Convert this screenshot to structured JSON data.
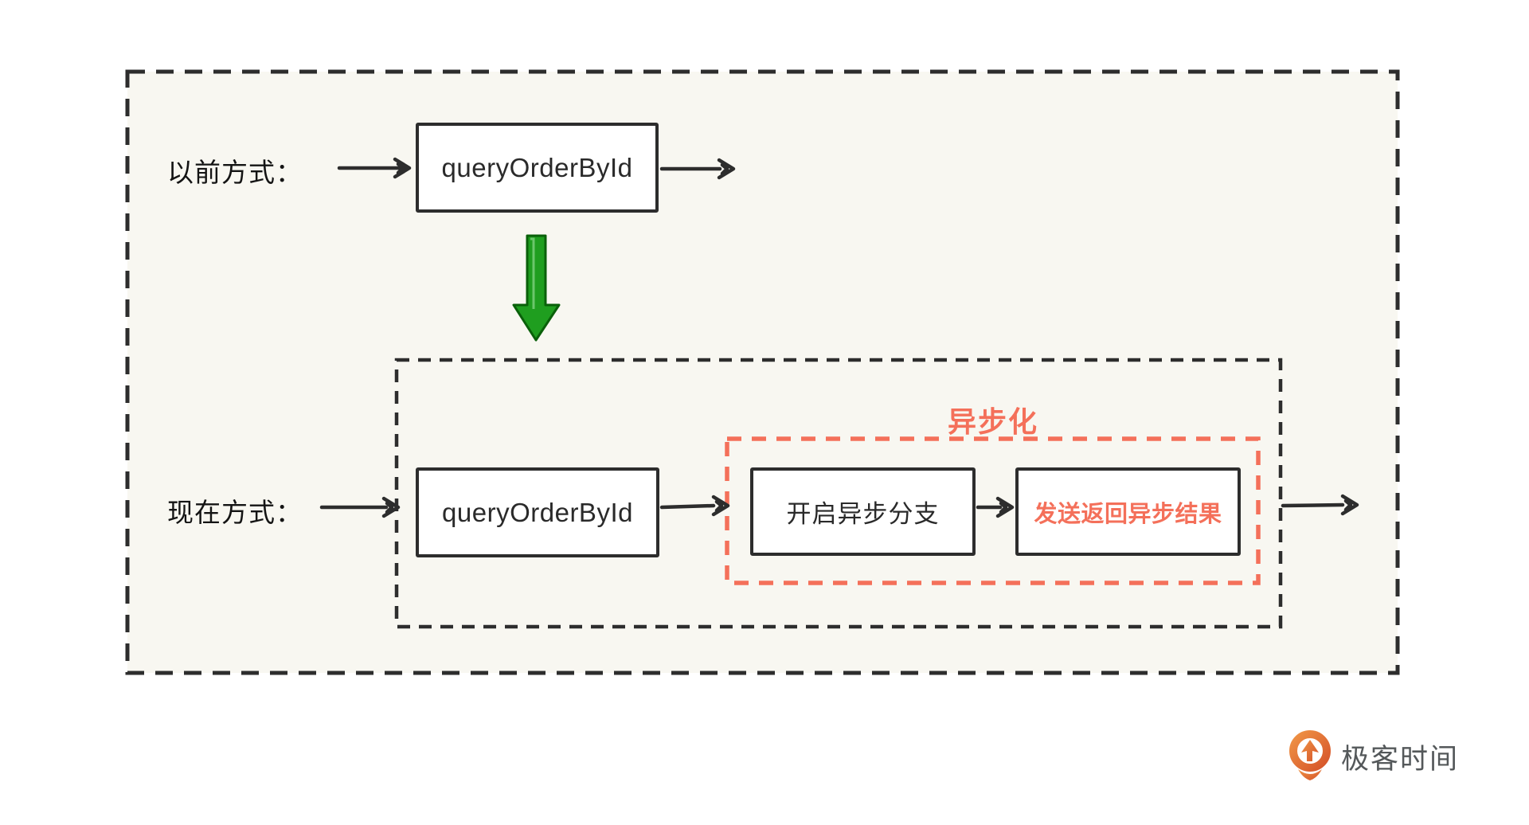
{
  "colors": {
    "ink": "#2d2d2d",
    "accent_orange": "#f4705a",
    "arrow_green_fill": "#1f9e1f",
    "arrow_green_stroke": "#0a600a",
    "canvas_fill": "#f8f7f1",
    "logo_orange_light": "#ef9345",
    "logo_orange_dark": "#d6542a",
    "logo_text_gray": "#54585a"
  },
  "labels": {
    "before_row": "以前方式：",
    "now_row": "现在方式：",
    "asyncify": "异步化"
  },
  "nodes": {
    "before_query": "queryOrderById",
    "now_query": "queryOrderById",
    "open_async_branch": "开启异步分支",
    "send_async_result": "发送返回异步结果"
  },
  "icons": {
    "transform_arrow": "green-down-arrow-icon",
    "logo_mark": "geektime-logo-icon"
  },
  "logo": {
    "brand": "极客时间"
  }
}
